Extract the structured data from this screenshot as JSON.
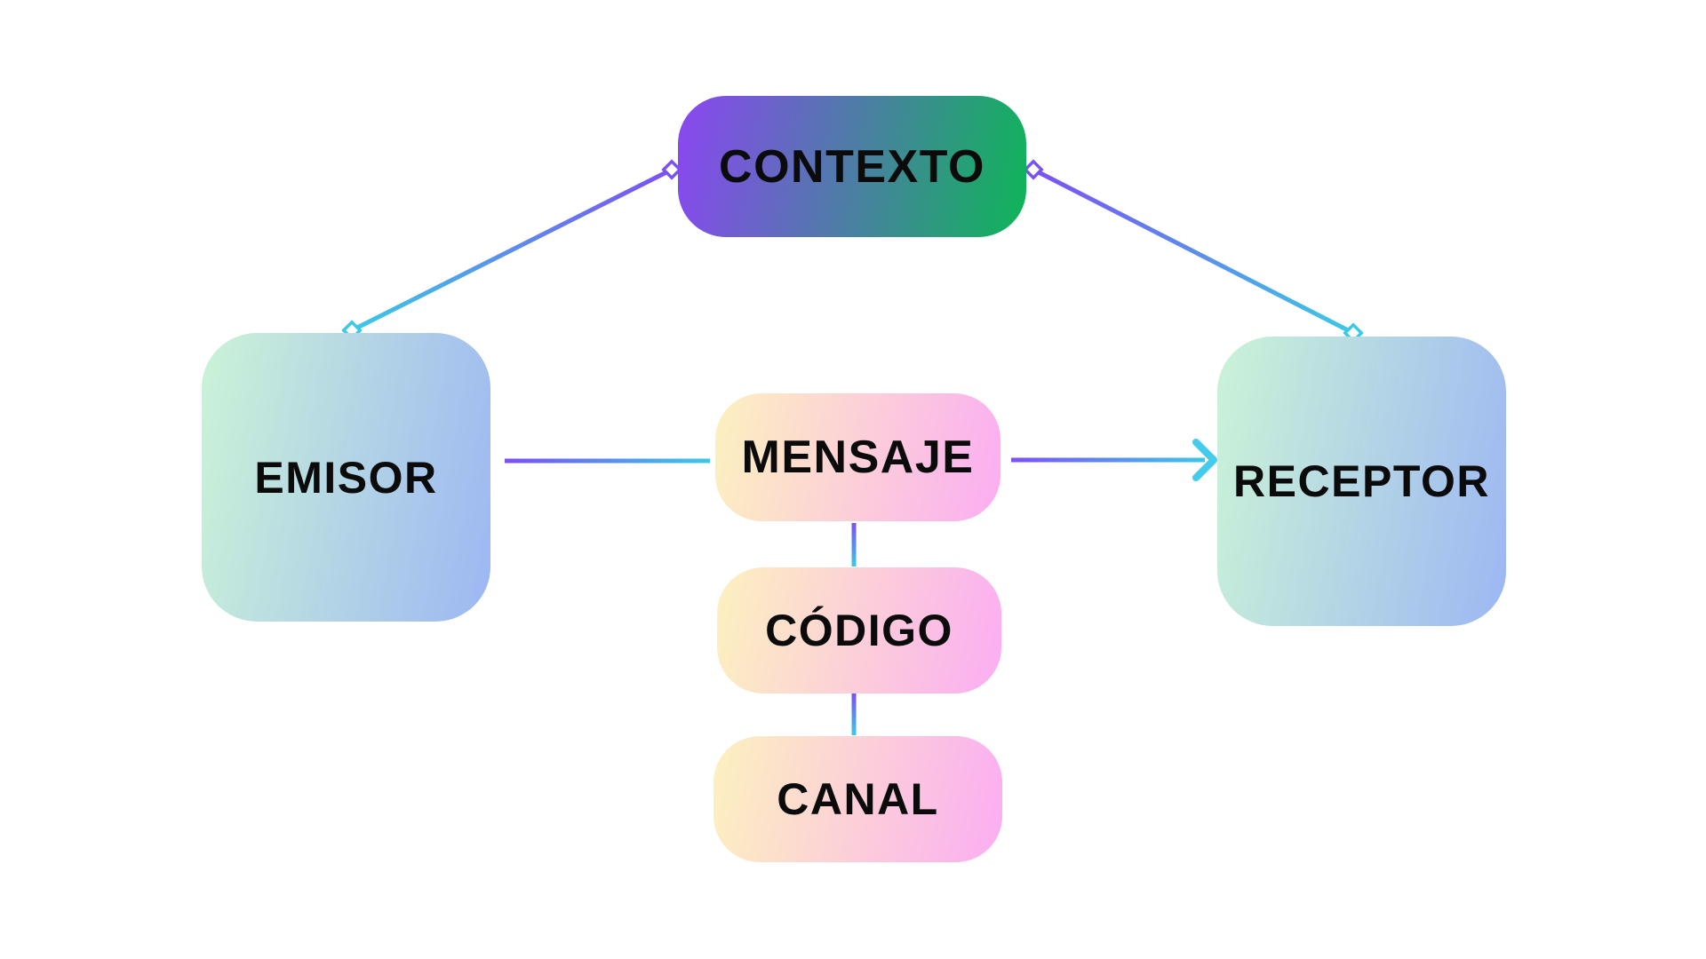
{
  "canvas": {
    "background": "#FFFFFF",
    "text_color": "#0B0B0B"
  },
  "nodes": {
    "contexto": {
      "label": "CONTEXTO",
      "gradient_start": "#8B46F2",
      "gradient_end": "#0EB558"
    },
    "emisor": {
      "label": "EMISOR",
      "gradient_start": "#CBF3D7",
      "gradient_end": "#9CB7F3"
    },
    "receptor": {
      "label": "RECEPTOR",
      "gradient_start": "#CBF3D7",
      "gradient_end": "#9CB7F3"
    },
    "mensaje": {
      "label": "MENSAJE",
      "gradient_start": "#FCF1BF",
      "gradient_end": "#FBADF2"
    },
    "codigo": {
      "label": "CÓDIGO",
      "gradient_start": "#FCF1BF",
      "gradient_end": "#FBADF2"
    },
    "canal": {
      "label": "CANAL",
      "gradient_start": "#FCF1BF",
      "gradient_end": "#FBADF2"
    }
  },
  "connectors": {
    "gradient_start": "#7B50F5",
    "gradient_end": "#3CC9E6",
    "arrow_color": "#45CBEC",
    "diamond_fill": "#FFFFFF"
  }
}
